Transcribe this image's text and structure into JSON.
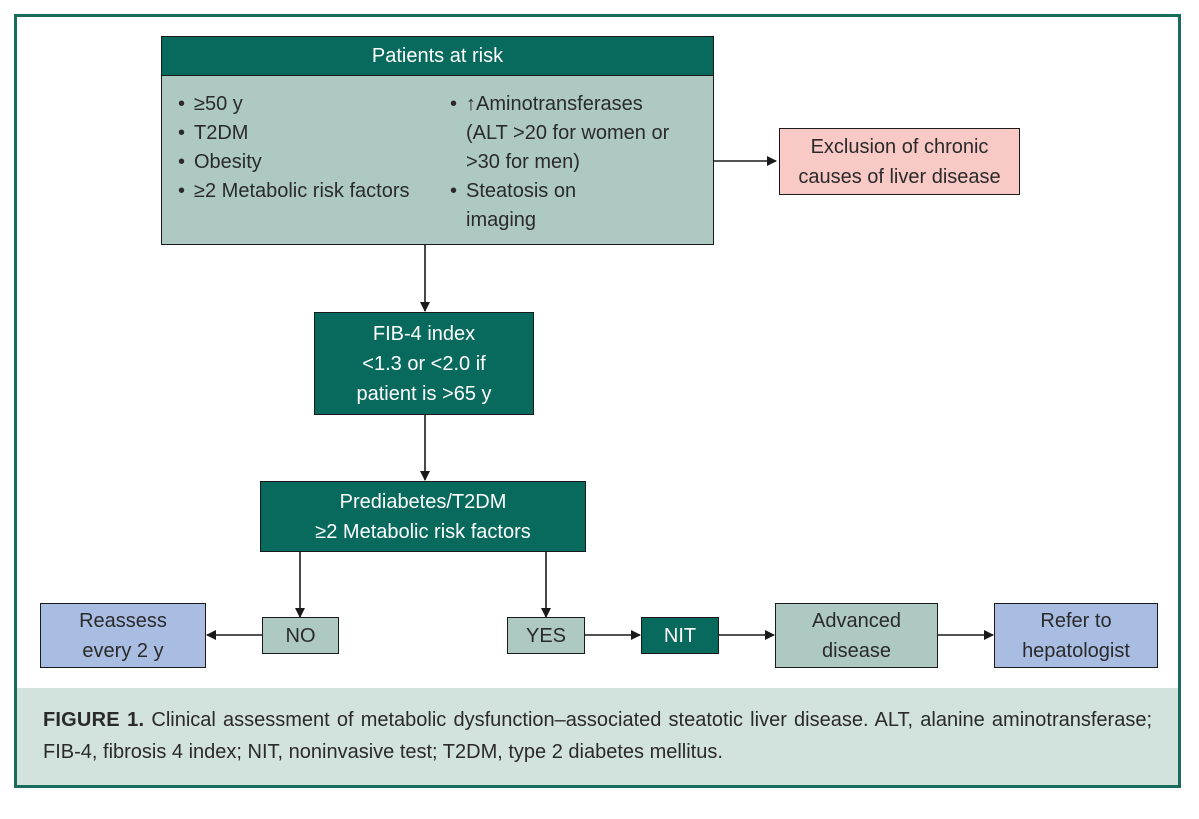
{
  "risk": {
    "title": "Patients at risk",
    "left_items": [
      "≥50 y",
      "T2DM",
      "Obesity",
      "≥2 Metabolic risk factors"
    ],
    "right_items": [
      [
        "↑Aminotransferases",
        "(ALT >20 for women or",
        ">30 for men)"
      ],
      [
        "Steatosis on",
        "imaging"
      ]
    ]
  },
  "exclusion": {
    "line1": "Exclusion of chronic",
    "line2": "causes of liver disease"
  },
  "fib4": {
    "line1": "FIB-4 index",
    "line2": "<1.3 or <2.0 if",
    "line3": "patient is >65 y"
  },
  "prediabetes": {
    "line1": "Prediabetes/T2DM",
    "line2": "≥2 Metabolic risk factors"
  },
  "no": {
    "label": "NO"
  },
  "reassess": {
    "line1": "Reassess",
    "line2": "every 2 y"
  },
  "yes": {
    "label": "YES"
  },
  "nit": {
    "label": "NIT"
  },
  "advanced": {
    "line1": "Advanced",
    "line2": "disease"
  },
  "refer": {
    "line1": "Refer to",
    "line2": "hepatologist"
  },
  "caption": {
    "label": "FIGURE 1.",
    "text": "Clinical assessment of metabolic dysfunction–associated steatotic liver disease. ALT, alanine aminotransferase; FIB-4, fibrosis 4 index; NIT, noninvasive test; T2DM, type 2 diabetes mellitus."
  },
  "colors": {
    "border": "#1b6b5d",
    "dark_box": "#086a5c",
    "light_box": "#adc9c2",
    "pink_box": "#f8c9c5",
    "blue_box": "#a9bde3",
    "caption_bg": "#d2e2dc"
  }
}
